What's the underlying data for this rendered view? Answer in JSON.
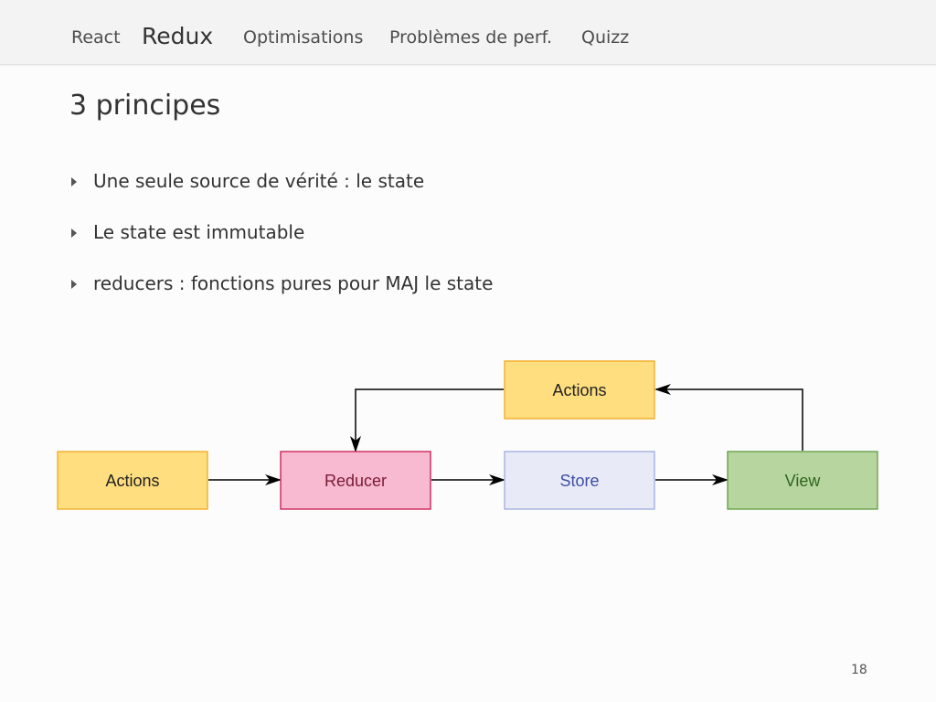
{
  "nav": {
    "items": [
      {
        "label": "React",
        "active": false
      },
      {
        "label": "Redux",
        "active": true
      },
      {
        "label": "Optimisations",
        "active": false
      },
      {
        "label": "Problèmes de perf.",
        "active": false
      },
      {
        "label": "Quizz",
        "active": false
      }
    ]
  },
  "slide": {
    "title": "3 principes",
    "bullets": [
      "Une seule source de vérité : le state",
      "Le state est immutable",
      "reducers : fonctions pures pour MAJ le state"
    ],
    "page_number": "18"
  },
  "diagram": {
    "nodes": {
      "actions_left": {
        "label": "Actions",
        "fill": "#ffde7f",
        "stroke": "#f0a91f",
        "text": "#222222"
      },
      "reducer": {
        "label": "Reducer",
        "fill": "#f7bad1",
        "stroke": "#c8174f",
        "text": "#7a1a35"
      },
      "store": {
        "label": "Store",
        "fill": "#e8eaf7",
        "stroke": "#9fabd9",
        "text": "#3f4ea1"
      },
      "view": {
        "label": "View",
        "fill": "#b7d69f",
        "stroke": "#5f9b40",
        "text": "#2f6420"
      },
      "actions_top": {
        "label": "Actions",
        "fill": "#ffde7f",
        "stroke": "#f0a91f",
        "text": "#222222"
      }
    }
  }
}
